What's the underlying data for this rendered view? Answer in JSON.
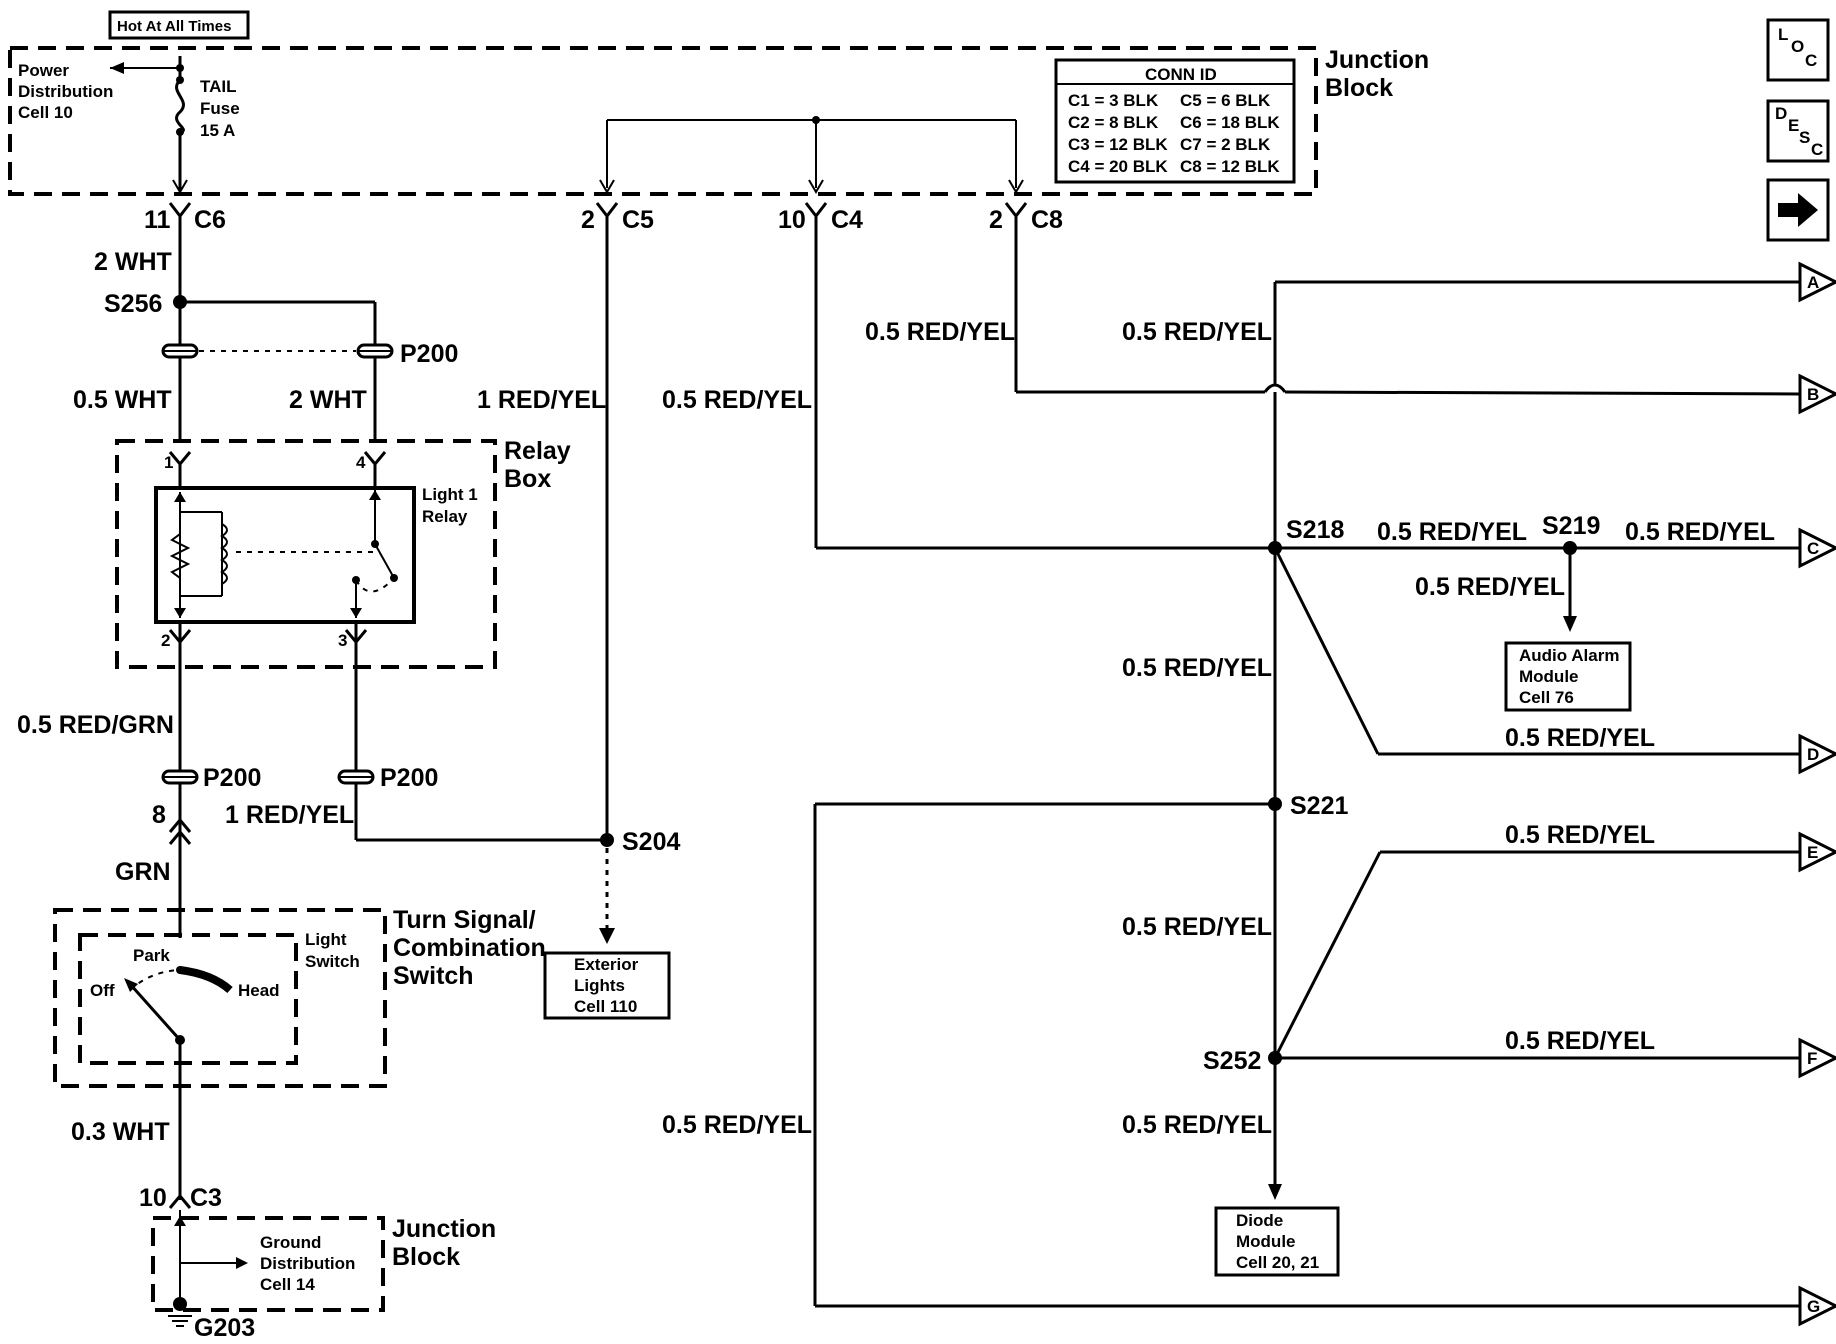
{
  "power": {
    "hot_at_all_times": "Hot At All Times",
    "pdc_line1": "Power",
    "pdc_line2": "Distribution",
    "pdc_line3": "Cell 10",
    "fuse_line1": "TAIL",
    "fuse_line2": "Fuse",
    "fuse_line3": "15 A"
  },
  "junction_block_top": {
    "line1": "Junction",
    "line2": "Block",
    "conn_id_title": "CONN ID",
    "conn_ids": [
      "C1 = 3 BLK",
      "C5 = 6 BLK",
      "C2 = 8 BLK",
      "C6 = 18 BLK",
      "C3 = 12 BLK",
      "C7 = 2 BLK",
      "C4 = 20 BLK",
      "C8 = 12 BLK"
    ]
  },
  "connectors": {
    "c6": {
      "pin": "11",
      "name": "C6"
    },
    "c5": {
      "pin": "2",
      "name": "C5"
    },
    "c4": {
      "pin": "10",
      "name": "C4"
    },
    "c8": {
      "pin": "2",
      "name": "C8"
    },
    "c3": {
      "pin": "10",
      "name": "C3"
    }
  },
  "wires": {
    "wht_2_a": "2 WHT",
    "wht_05": "0.5 WHT",
    "wht_2_b": "2 WHT",
    "red_yel_1_a": "1 RED/YEL",
    "red_yel_1_b": "1 RED/YEL",
    "red_grn_05": "0.5 RED/GRN",
    "grn": "GRN",
    "wht_03": "0.3 WHT",
    "ry_c4": "0.5 RED/YEL",
    "ry_c8": "0.5 RED/YEL",
    "ry_a": "0.5 RED/YEL",
    "ry_s218_s219": "0.5 RED/YEL",
    "ry_s219_c": "0.5 RED/YEL",
    "ry_s219_audio": "0.5 RED/YEL",
    "ry_s218_s221": "0.5 RED/YEL",
    "ry_d": "0.5 RED/YEL",
    "ry_e": "0.5 RED/YEL",
    "ry_s221_s252": "0.5 RED/YEL",
    "ry_f": "0.5 RED/YEL",
    "ry_s252_diode": "0.5 RED/YEL",
    "ry_g": "0.5 RED/YEL"
  },
  "splices": {
    "s256": "S256",
    "s204": "S204",
    "s218": "S218",
    "s219": "S219",
    "s221": "S221",
    "s252": "S252"
  },
  "inline_connectors": {
    "p200_top": "P200",
    "p200_left": "P200",
    "p200_right": "P200",
    "pin_8": "8"
  },
  "relay_box": {
    "line1": "Relay",
    "line2": "Box",
    "relay_line1": "Light 1",
    "relay_line2": "Relay",
    "pin1": "1",
    "pin2": "2",
    "pin3": "3",
    "pin4": "4"
  },
  "switch": {
    "line1": "Turn Signal/",
    "line2": "Combination",
    "line3": "Switch",
    "light_line1": "Light",
    "light_line2": "Switch",
    "park": "Park",
    "off": "Off",
    "head": "Head"
  },
  "modules": {
    "exterior_line1": "Exterior",
    "exterior_line2": "Lights",
    "exterior_line3": "Cell 110",
    "audio_line1": "Audio Alarm",
    "audio_line2": "Module",
    "audio_line3": "Cell 76",
    "diode_line1": "Diode",
    "diode_line2": "Module",
    "diode_line3": "Cell 20, 21"
  },
  "ground": {
    "jb_line1": "Junction",
    "jb_line2": "Block",
    "gdc_line1": "Ground",
    "gdc_line2": "Distribution",
    "gdc_line3": "Cell 14",
    "g203": "G203"
  },
  "offpage": [
    "A",
    "B",
    "C",
    "D",
    "E",
    "F",
    "G"
  ],
  "nav_icons": {
    "loc": {
      "l": "L",
      "o": "O",
      "c": "C"
    },
    "desc": {
      "d": "D",
      "e": "E",
      "s": "S",
      "c": "C"
    }
  }
}
